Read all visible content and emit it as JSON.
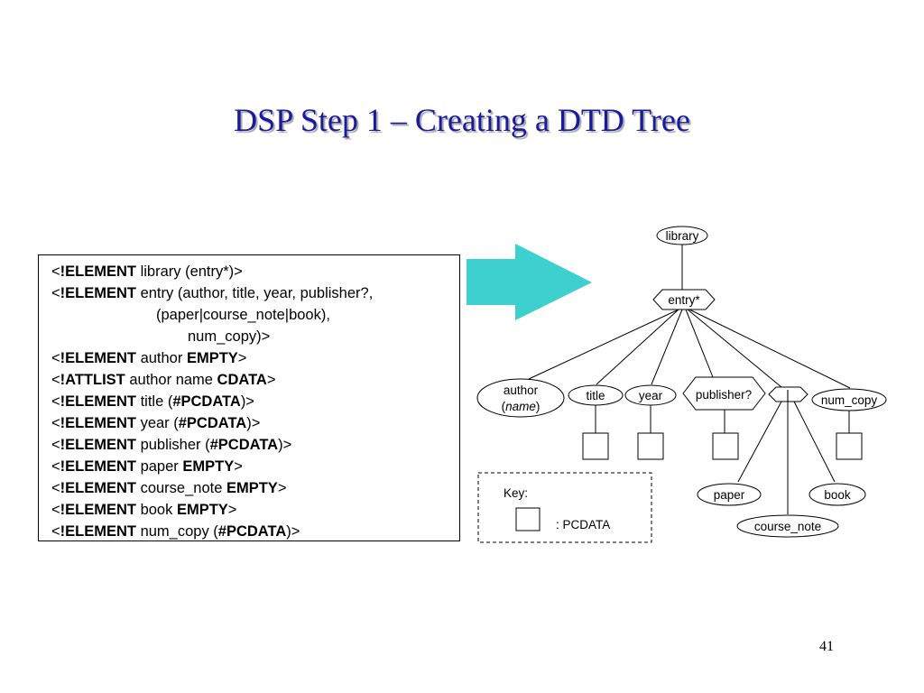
{
  "slide": {
    "title": "DSP Step 1 – Creating a DTD Tree",
    "page_number": "41"
  },
  "dtd": {
    "lines": [
      {
        "parts": [
          {
            "t": "<"
          },
          {
            "t": "!ELEMENT",
            "b": true
          },
          {
            "t": " library (entry*)>"
          }
        ]
      },
      {
        "parts": [
          {
            "t": "<"
          },
          {
            "t": "!ELEMENT",
            "b": true
          },
          {
            "t": " entry (author, title, year, publisher?,"
          }
        ]
      },
      {
        "indent": 1,
        "parts": [
          {
            "t": "(paper|course_note|book),"
          }
        ]
      },
      {
        "indent": 2,
        "parts": [
          {
            "t": "num_copy)>"
          }
        ]
      },
      {
        "parts": [
          {
            "t": "<"
          },
          {
            "t": "!ELEMENT",
            "b": true
          },
          {
            "t": " author "
          },
          {
            "t": "EMPTY",
            "b": true
          },
          {
            "t": ">"
          }
        ]
      },
      {
        "parts": [
          {
            "t": "<"
          },
          {
            "t": "!ATTLIST",
            "b": true
          },
          {
            "t": " author name "
          },
          {
            "t": "CDATA",
            "b": true
          },
          {
            "t": ">"
          }
        ]
      },
      {
        "parts": [
          {
            "t": "<"
          },
          {
            "t": "!ELEMENT",
            "b": true
          },
          {
            "t": " title ("
          },
          {
            "t": "#PCDATA",
            "b": true
          },
          {
            "t": ")>"
          }
        ]
      },
      {
        "parts": [
          {
            "t": "<"
          },
          {
            "t": "!ELEMENT",
            "b": true
          },
          {
            "t": " year ("
          },
          {
            "t": "#PCDATA",
            "b": true
          },
          {
            "t": ")>"
          }
        ]
      },
      {
        "parts": [
          {
            "t": "<"
          },
          {
            "t": "!ELEMENT",
            "b": true
          },
          {
            "t": " publisher ("
          },
          {
            "t": "#PCDATA",
            "b": true
          },
          {
            "t": ")>"
          }
        ]
      },
      {
        "parts": [
          {
            "t": "<"
          },
          {
            "t": "!ELEMENT",
            "b": true
          },
          {
            "t": " paper "
          },
          {
            "t": "EMPTY",
            "b": true
          },
          {
            "t": ">"
          }
        ]
      },
      {
        "parts": [
          {
            "t": "<"
          },
          {
            "t": "!ELEMENT",
            "b": true
          },
          {
            "t": " course_note "
          },
          {
            "t": "EMPTY",
            "b": true
          },
          {
            "t": ">"
          }
        ]
      },
      {
        "parts": [
          {
            "t": "<"
          },
          {
            "t": "!ELEMENT",
            "b": true
          },
          {
            "t": " book "
          },
          {
            "t": "EMPTY",
            "b": true
          },
          {
            "t": ">"
          }
        ]
      },
      {
        "parts": [
          {
            "t": "<"
          },
          {
            "t": "!ELEMENT",
            "b": true
          },
          {
            "t": " num_copy ("
          },
          {
            "t": "#PCDATA",
            "b": true
          },
          {
            "t": ")>"
          }
        ]
      }
    ]
  },
  "arrow": {
    "color": "#3ecfcf"
  },
  "tree": {
    "library": "library",
    "entry": "entry*",
    "author_line1": "author",
    "author_attr_open": "(",
    "author_attr": "name",
    "author_attr_close": ")",
    "title": "title",
    "year": "year",
    "publisher": "publisher?",
    "choice": "|",
    "num_copy": "num_copy",
    "paper": "paper",
    "book": "book",
    "course_note": "course_note"
  },
  "key": {
    "label": "Key:",
    "pcdata": ": PCDATA"
  }
}
